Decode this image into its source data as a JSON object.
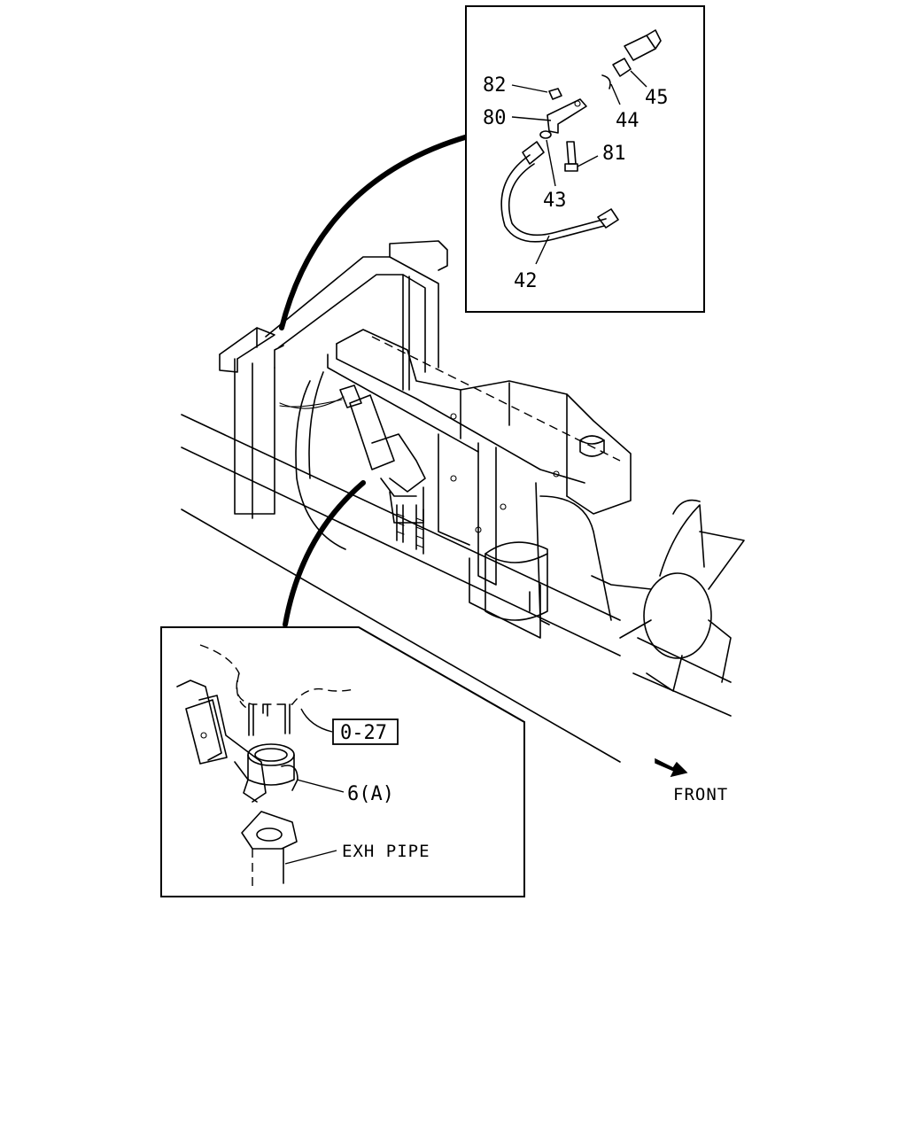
{
  "diagram": {
    "callouts": {
      "c82": "82",
      "c80": "80",
      "c45": "45",
      "c44": "44",
      "c81": "81",
      "c43": "43",
      "c42": "42",
      "c6a": "6(A)",
      "c027": "0-27"
    },
    "labels": {
      "exh_pipe": "EXH PIPE",
      "front": "FRONT"
    }
  }
}
